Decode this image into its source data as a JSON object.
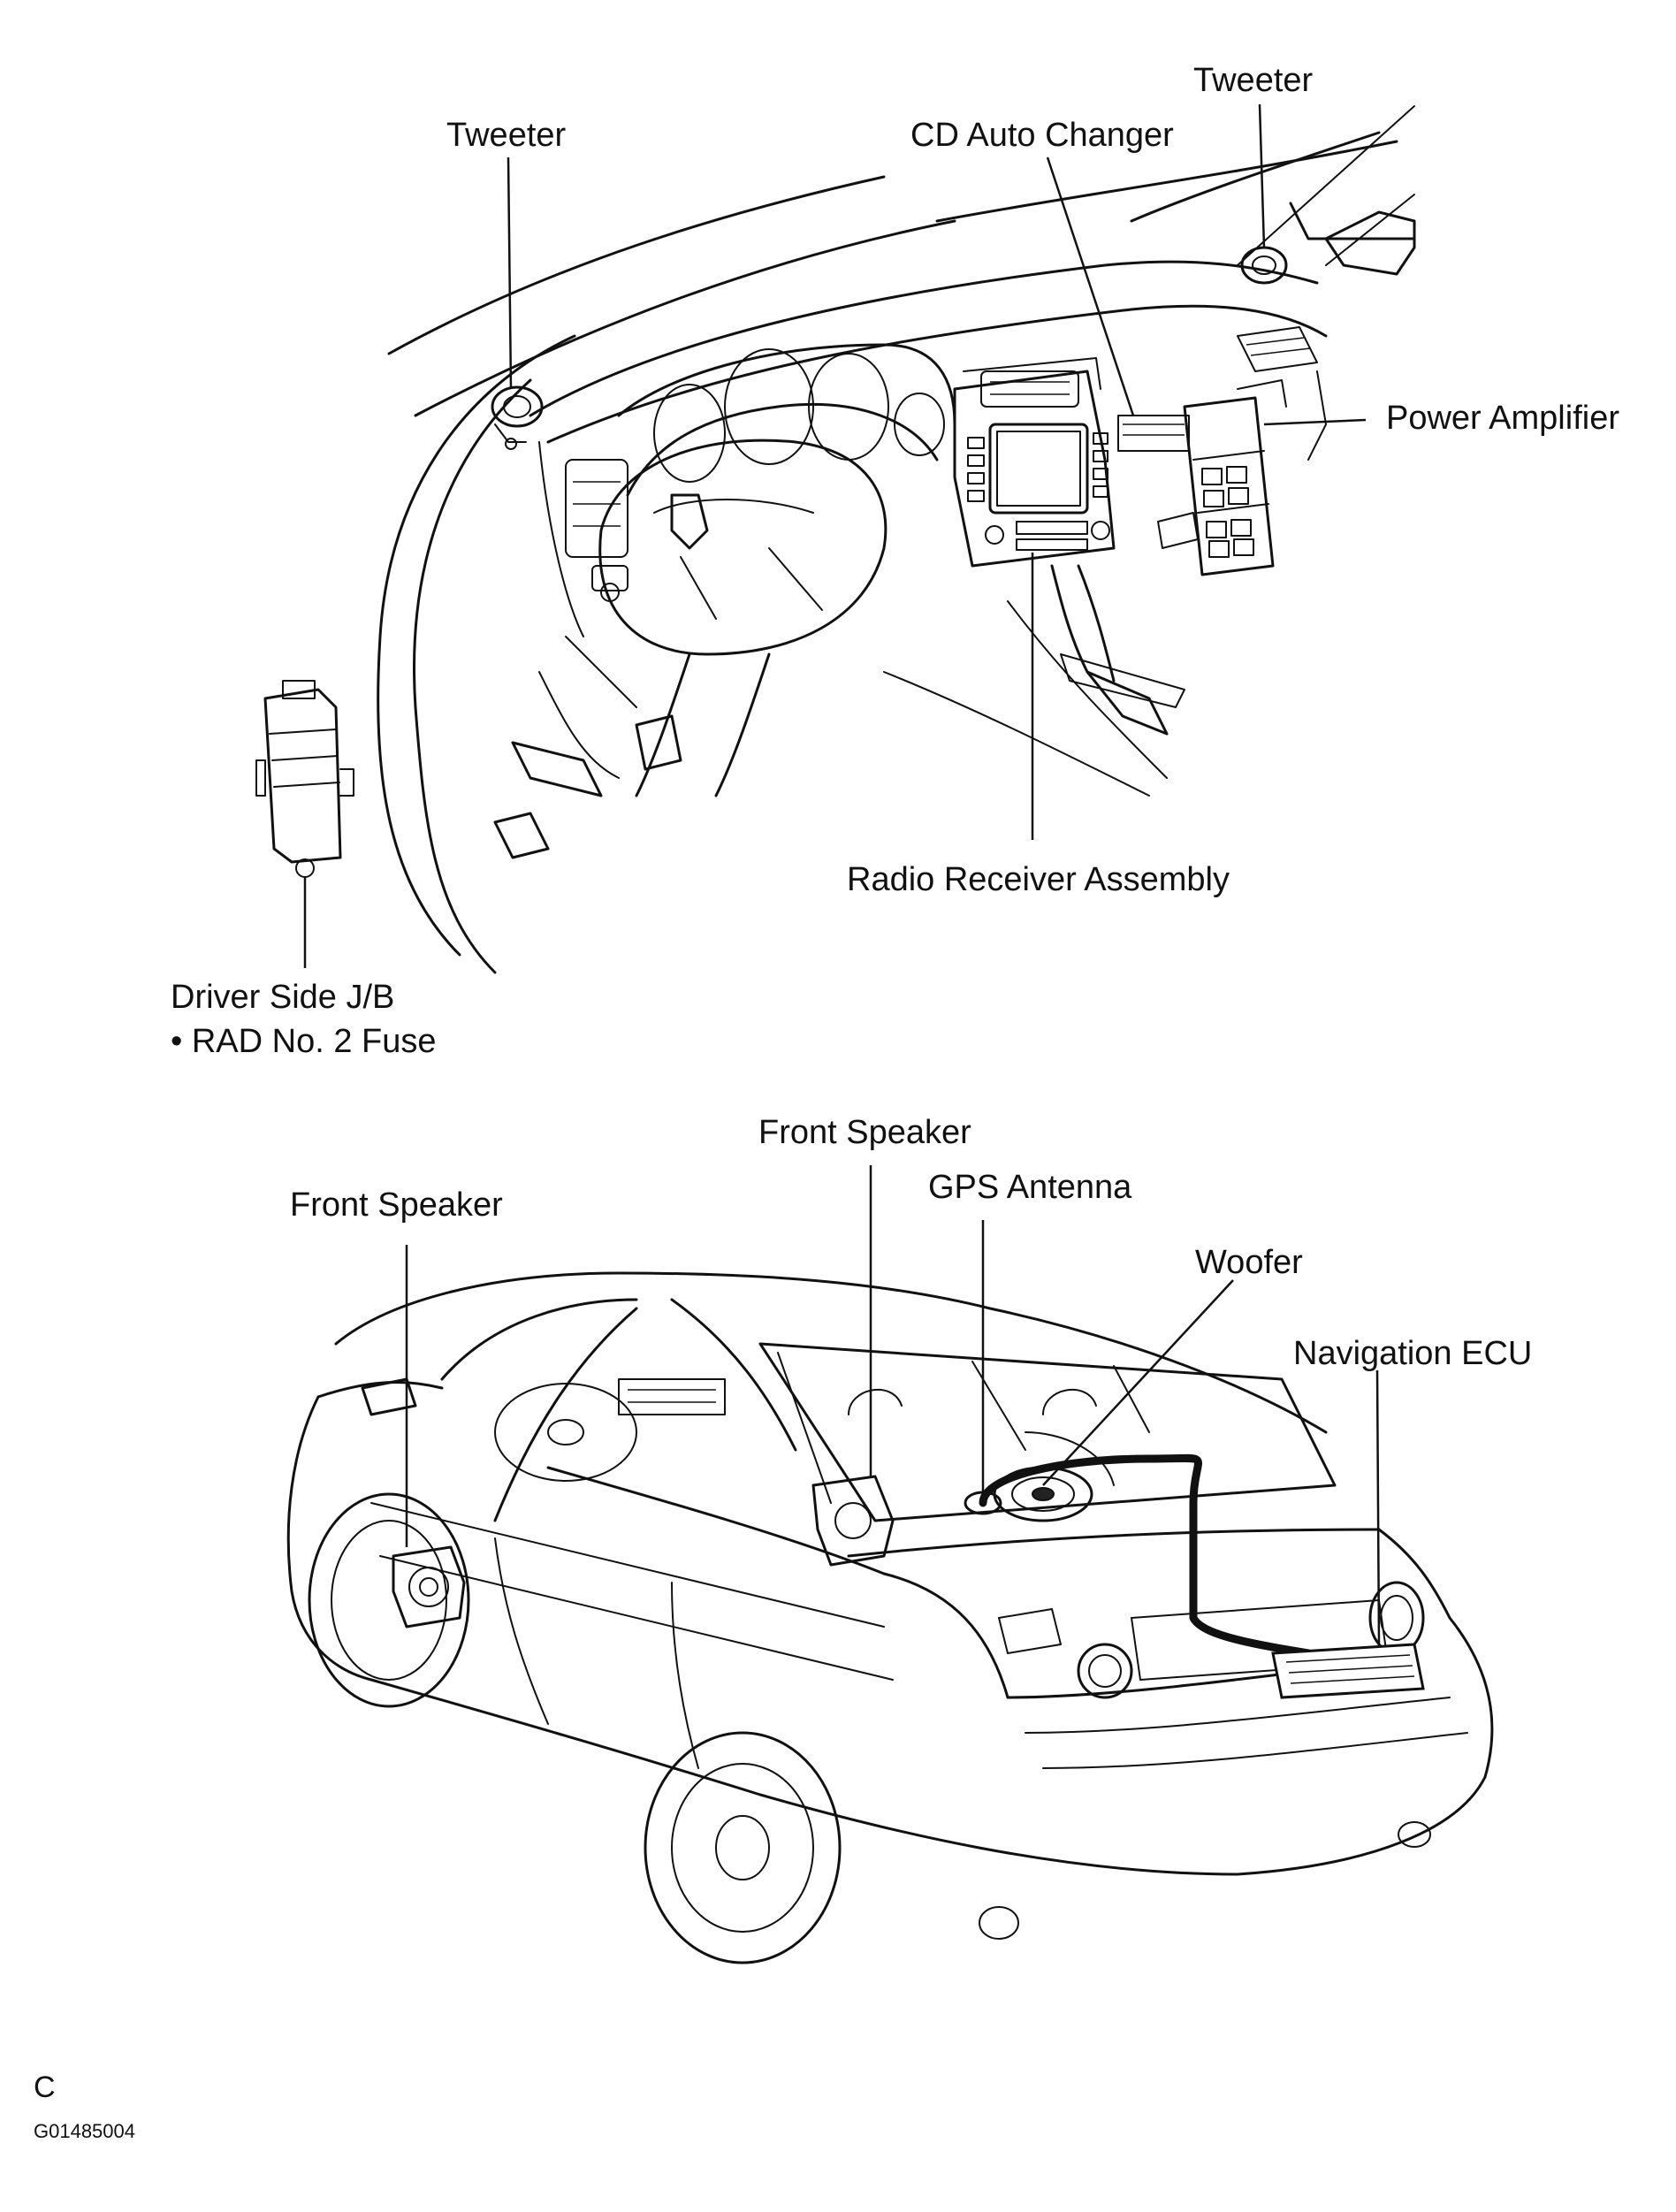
{
  "labels": {
    "tweeter_left": "Tweeter",
    "tweeter_right": "Tweeter",
    "cd_auto_changer": "CD Auto Changer",
    "power_amplifier": "Power Amplifier",
    "radio_receiver_assembly": "Radio Receiver Assembly",
    "driver_side_jb": "Driver Side J/B",
    "rad_no2_fuse": "• RAD No. 2 Fuse",
    "front_speaker_left": "Front Speaker",
    "front_speaker_right": "Front Speaker",
    "gps_antenna": "GPS Antenna",
    "woofer": "Woofer",
    "navigation_ecu": "Navigation ECU"
  },
  "footer": {
    "section_letter": "C",
    "figure_code": "G01485004"
  }
}
